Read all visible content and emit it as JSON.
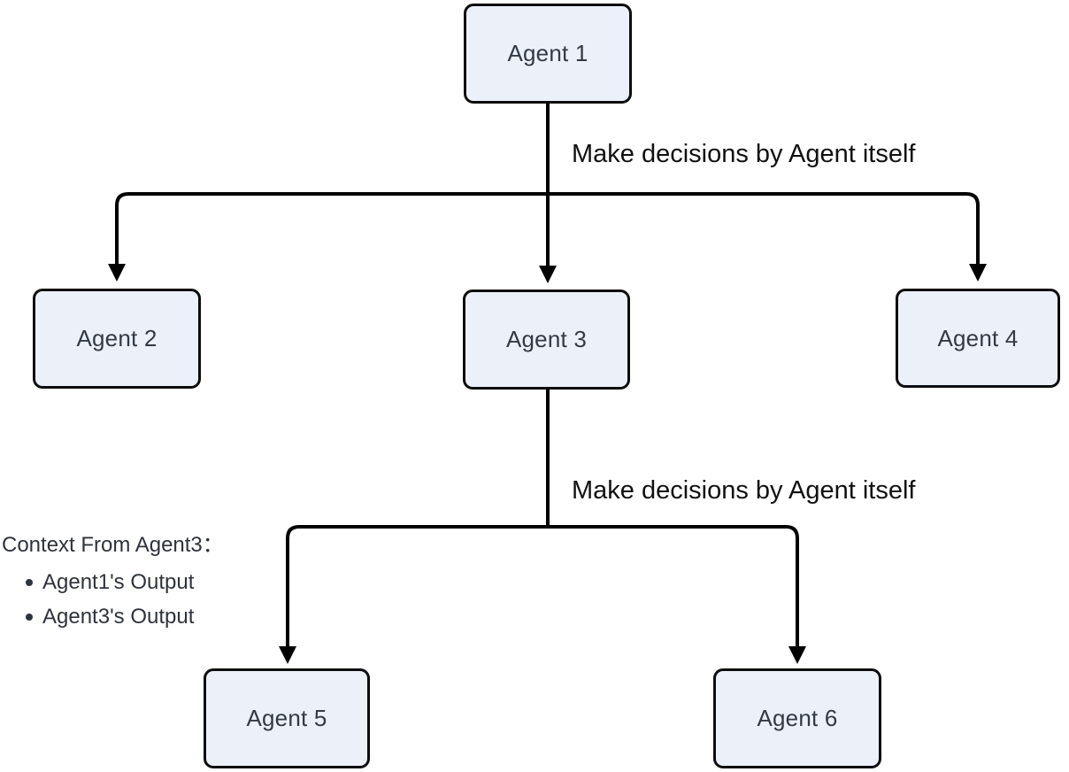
{
  "diagram": {
    "type": "flowchart",
    "background_color": "#ffffff",
    "node_fill_color": "#ecf0f9",
    "node_border_color": "#0d0d0d",
    "node_text_color": "#333a45",
    "edge_color": "#000000",
    "nodes": [
      {
        "id": "agent1",
        "label": "Agent 1"
      },
      {
        "id": "agent2",
        "label": "Agent 2"
      },
      {
        "id": "agent3",
        "label": "Agent 3"
      },
      {
        "id": "agent4",
        "label": "Agent 4"
      },
      {
        "id": "agent5",
        "label": "Agent 5"
      },
      {
        "id": "agent6",
        "label": "Agent 6"
      }
    ],
    "edges": [
      {
        "from": "agent1",
        "to": "agent2"
      },
      {
        "from": "agent1",
        "to": "agent3"
      },
      {
        "from": "agent1",
        "to": "agent4"
      },
      {
        "from": "agent3",
        "to": "agent5"
      },
      {
        "from": "agent3",
        "to": "agent6"
      }
    ],
    "edge_labels": [
      {
        "text": "Make decisions by Agent itself"
      },
      {
        "text": "Make decisions by Agent itself"
      }
    ],
    "context_note": {
      "title": "Context From Agent3：",
      "items": [
        "Agent1's Output",
        "Agent3's Output"
      ]
    }
  }
}
